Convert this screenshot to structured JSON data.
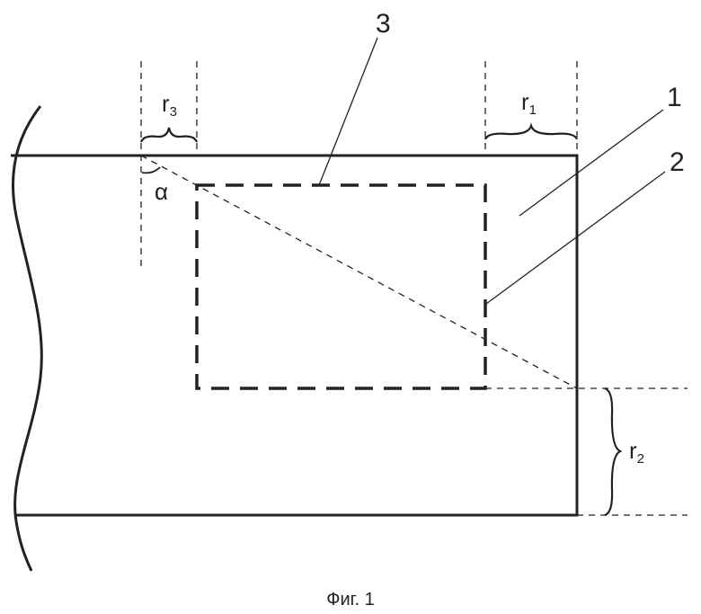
{
  "figure": {
    "caption": "Фиг. 1",
    "labels": {
      "part1": "1",
      "part2": "2",
      "part3": "3"
    },
    "dimensions": {
      "r1": "r",
      "r1_sub": "1",
      "r2": "r",
      "r2_sub": "2",
      "r3": "r",
      "r3_sub": "3"
    },
    "angle": "α"
  }
}
